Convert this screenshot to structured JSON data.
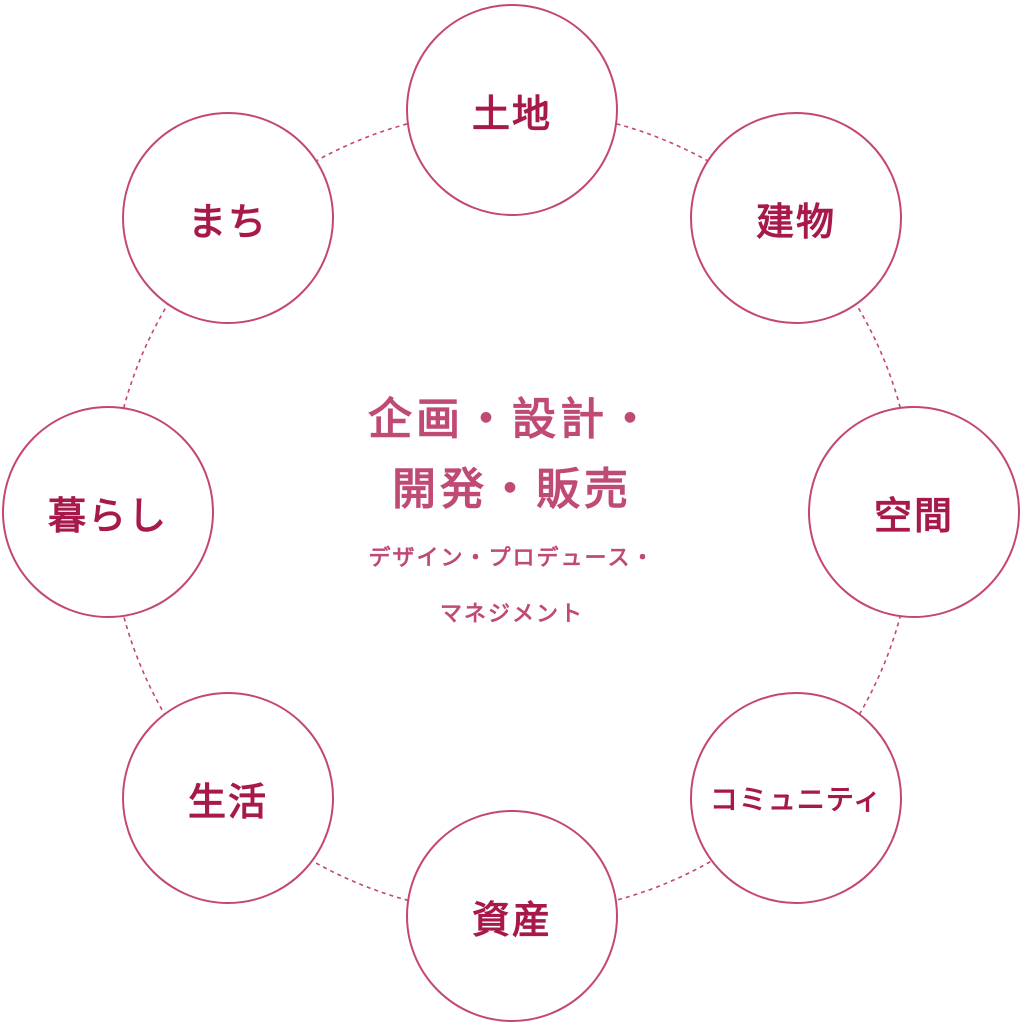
{
  "colors": {
    "circle_stroke": "#c4476f",
    "node_text": "#a8194b",
    "center_text": "#c04a76",
    "background": "#ffffff"
  },
  "center": {
    "title_line1": "企画・設計・",
    "title_line2": "開発・販売",
    "subtitle_line1": "デザイン・プロデュース・",
    "subtitle_line2": "マネジメント"
  },
  "nodes": [
    {
      "label": "土地"
    },
    {
      "label": "建物"
    },
    {
      "label": "空間"
    },
    {
      "label": "コミュニティ"
    },
    {
      "label": "資産"
    },
    {
      "label": "生活"
    },
    {
      "label": "暮らし"
    },
    {
      "label": "まち"
    }
  ]
}
